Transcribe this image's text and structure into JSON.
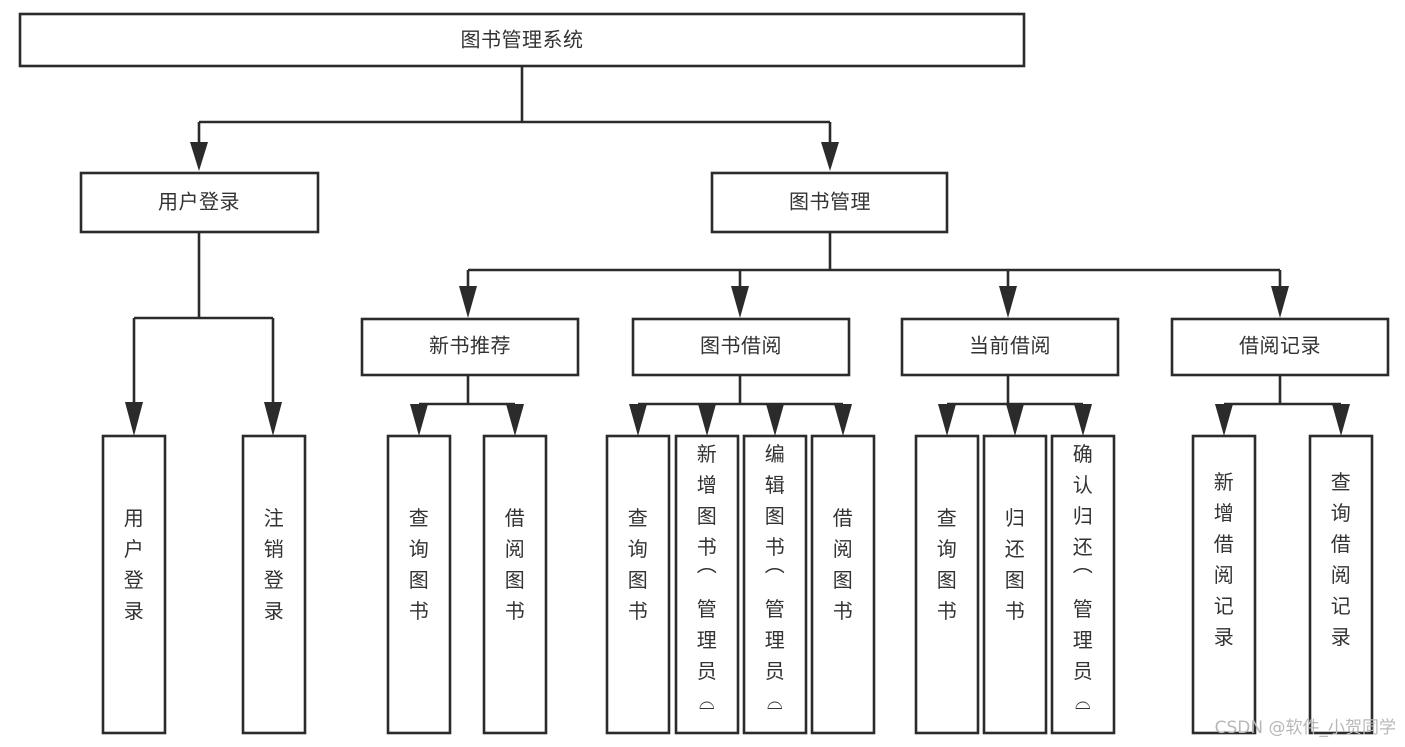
{
  "diagram": {
    "title": "图书管理系统",
    "type": "hierarchy-tree",
    "root": {
      "id": "root",
      "label": "图书管理系统"
    },
    "level2": [
      {
        "id": "user-login",
        "label": "用户登录"
      },
      {
        "id": "book-manage",
        "label": "图书管理"
      }
    ],
    "level3": [
      {
        "id": "new-book-recommend",
        "label": "新书推荐",
        "parent": "book-manage"
      },
      {
        "id": "book-borrow",
        "label": "图书借阅",
        "parent": "book-manage"
      },
      {
        "id": "current-borrow",
        "label": "当前借阅",
        "parent": "book-manage"
      },
      {
        "id": "borrow-record",
        "label": "借阅记录",
        "parent": "book-manage"
      }
    ],
    "leaves": [
      {
        "id": "leaf-user-login",
        "label": "用户登录",
        "parent": "user-login"
      },
      {
        "id": "leaf-logout-login",
        "label": "注销登录",
        "parent": "user-login"
      },
      {
        "id": "leaf-query-book-1",
        "label": "查询图书",
        "parent": "new-book-recommend"
      },
      {
        "id": "leaf-borrow-book-1",
        "label": "借阅图书",
        "parent": "new-book-recommend"
      },
      {
        "id": "leaf-query-book-2",
        "label": "查询图书",
        "parent": "book-borrow"
      },
      {
        "id": "leaf-add-book",
        "label": "新增图书（管理员）",
        "parent": "book-borrow"
      },
      {
        "id": "leaf-edit-book",
        "label": "编辑图书（管理员）",
        "parent": "book-borrow"
      },
      {
        "id": "leaf-borrow-book-2",
        "label": "借阅图书",
        "parent": "book-borrow"
      },
      {
        "id": "leaf-query-book-3",
        "label": "查询图书",
        "parent": "current-borrow"
      },
      {
        "id": "leaf-return-book",
        "label": "归还图书",
        "parent": "current-borrow"
      },
      {
        "id": "leaf-confirm-return",
        "label": "确认归还（管理员）",
        "parent": "current-borrow"
      },
      {
        "id": "leaf-add-record",
        "label": "新增借阅记录",
        "parent": "borrow-record"
      },
      {
        "id": "leaf-query-record",
        "label": "查询借阅记录",
        "parent": "borrow-record"
      }
    ]
  },
  "watermark": {
    "text": "CSDN @软件_小贺同学"
  },
  "colors": {
    "background": "#ffffff",
    "box_fill": "#ffffff",
    "box_stroke": "#2b2b2b",
    "text": "#333333",
    "connector": "#2b2b2b",
    "watermark": "#b8b8b8"
  }
}
